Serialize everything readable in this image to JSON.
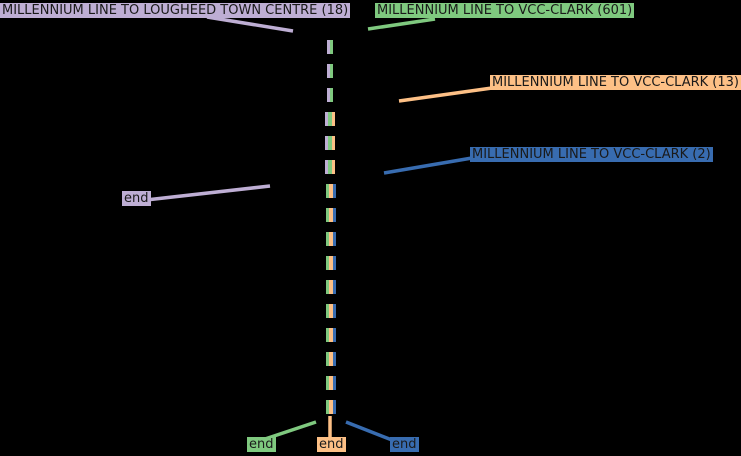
{
  "diagram": {
    "background": "#000000",
    "colors": {
      "purple": "#beaed4",
      "green": "#7fc97f",
      "orange": "#fdc086",
      "blue": "#386cb0",
      "text": "#1a1a1a",
      "bg": "#000000"
    },
    "route_labels": [
      {
        "text": "MILLENNIUM LINE TO LOUGHEED TOWN CENTRE (18)",
        "route": "18",
        "color": "#beaed4"
      },
      {
        "text": "MILLENNIUM LINE TO VCC-CLARK (601)",
        "route": "601",
        "color": "#7fc97f"
      },
      {
        "text": "MILLENNIUM LINE TO VCC-CLARK (13)",
        "route": "13",
        "color": "#fdc086"
      },
      {
        "text": "MILLENNIUM LINE TO VCC-CLARK (2)",
        "route": "2",
        "color": "#386cb0"
      }
    ],
    "end_labels": [
      {
        "text": "end",
        "route": "18",
        "color": "#beaed4"
      },
      {
        "text": "end",
        "route": "601",
        "color": "#7fc97f"
      },
      {
        "text": "end",
        "route": "13",
        "color": "#fdc086"
      },
      {
        "text": "end",
        "route": "2",
        "color": "#386cb0"
      }
    ]
  }
}
